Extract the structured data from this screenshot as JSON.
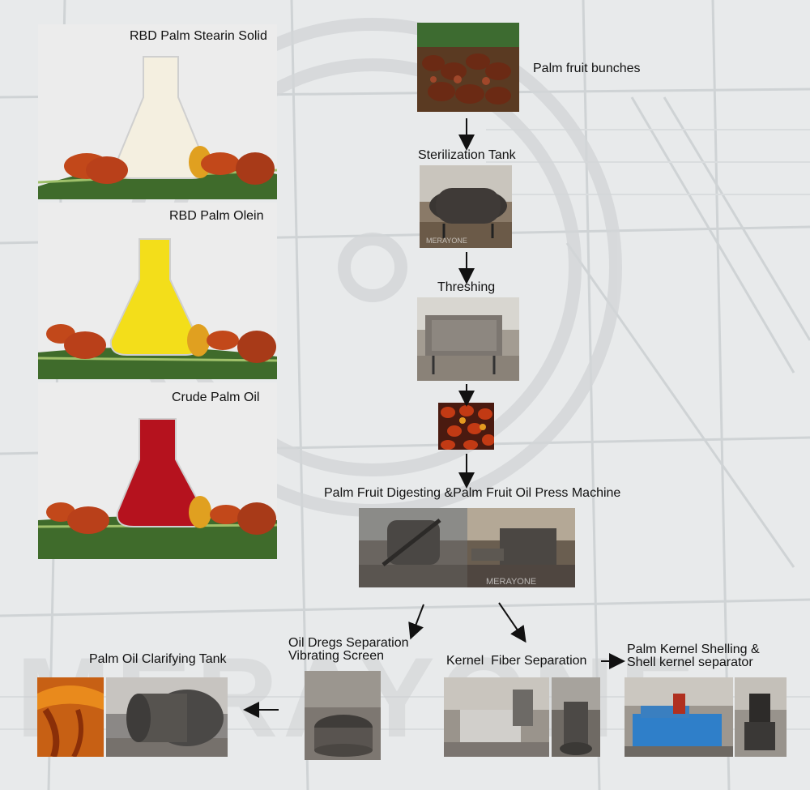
{
  "products": {
    "stearin": "RBD Palm Stearin Solid",
    "olein": "RBD Palm Olein",
    "crude": "Crude Palm Oil"
  },
  "steps": {
    "bunches": "Palm fruit bunches",
    "sterilization": "Sterilization Tank",
    "threshing": "Threshing",
    "press": "Palm Fruit Digesting &Palm Fruit Oil Press Machine",
    "dregs_line1": "Oil Dregs Separation",
    "dregs_line2": "Vibrating Screen",
    "clarifying": "Palm Oil Clarifying Tank",
    "kernel_fiber": "Kernel  Fiber Separation",
    "shelling_line1": "Palm Kernel Shelling &",
    "shelling_line2": "Shell kernel separator"
  },
  "watermark": {
    "brand": "MERAYONE",
    "big_letters": "MERAYONE"
  },
  "colors": {
    "stearin": "#f4efe0",
    "olein": "#f3de1a",
    "crude": "#b5121e",
    "palm_fruit": "#c2481a",
    "leaf": "#3f6b2b"
  }
}
